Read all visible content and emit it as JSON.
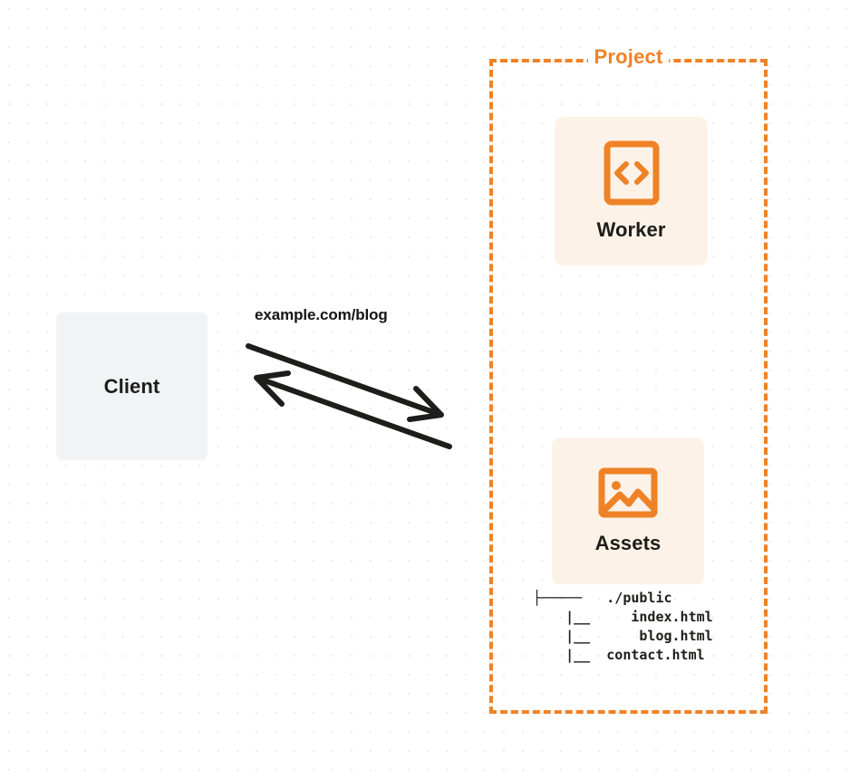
{
  "diagram": {
    "client": {
      "label": "Client",
      "icon": "client-box-icon"
    },
    "request": {
      "label": "example.com/blog",
      "outbound_icon": "arrow-right-icon",
      "inbound_icon": "arrow-left-icon"
    },
    "project": {
      "title": "Project",
      "border_color": "#ef8226",
      "services": [
        {
          "id": "worker",
          "label": "Worker",
          "icon": "code-brackets-icon",
          "background": "#fdf2e7",
          "icon_color": "#ef8226"
        },
        {
          "id": "assets",
          "label": "Assets",
          "icon": "image-picture-icon",
          "background": "#fdf2e7",
          "icon_color": "#ef8226"
        }
      ],
      "file_tree": {
        "lines": [
          "├─────   ./public",
          "    |__     index.html",
          "    |__      blog.html",
          "    |__  contact.html"
        ],
        "text": "├─────   ./public\n    |__     index.html\n    |__      blog.html\n    |__  contact.html"
      }
    }
  }
}
